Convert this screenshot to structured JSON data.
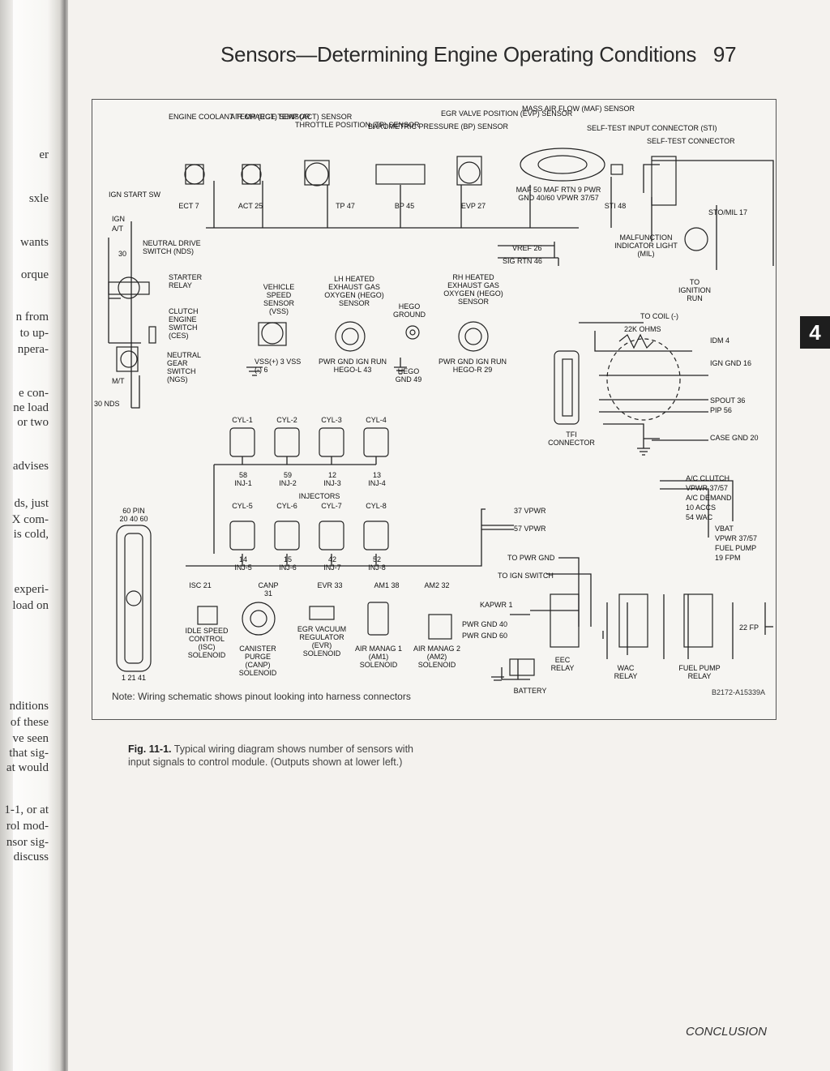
{
  "page": {
    "header": "Sensors—Determining Engine Operating Conditions",
    "page_number": "97",
    "chapter_tab": "4",
    "footer": "CONCLUSION"
  },
  "left_fragments": [
    "er",
    "sxle",
    "wants",
    "orque",
    "n from",
    "to up-",
    "npera-",
    "e con-",
    "ne load",
    "or two",
    "advises",
    "ds, just",
    "X com-",
    "is cold,",
    "experi-",
    "load on",
    "nditions",
    "of these",
    "ve seen",
    "that sig-",
    "at would",
    "1-1, or at",
    "rol mod-",
    "nsor sig-",
    "discuss"
  ],
  "figure": {
    "sensors_top": [
      {
        "name": "ENGINE COOLANT TEMP (ECT) SENSOR",
        "pin": "ECT 7"
      },
      {
        "name": "AIR CHARGE TEMP (ACT) SENSOR",
        "pin": "ACT 25"
      },
      {
        "name": "THROTTLE POSITION (TP) SENSOR",
        "pin": "TP 47"
      },
      {
        "name": "BAROMETRIC PRESSURE (BP) SENSOR",
        "pin": "BP 45"
      },
      {
        "name": "EGR VALVE POSITION (EVP) SENSOR",
        "pin": "EVP 27"
      },
      {
        "name": "MASS AIR FLOW (MAF) SENSOR",
        "pin": "MAF 50  MAF RTN 9  PWR GND 40/60  VPWR 37/57"
      },
      {
        "name": "SELF-TEST INPUT CONNECTOR (STI)",
        "pin": "STI 48"
      },
      {
        "name": "SELF-TEST CONNECTOR",
        "pin": "STO/MIL 17"
      }
    ],
    "switches": [
      "IGN START SW",
      "IGN",
      "A/T",
      "M/T",
      "30",
      "30 NDS",
      "NEUTRAL DRIVE SWITCH (NDS)",
      "STARTER RELAY",
      "CLUTCH ENGINE SWITCH (CES)",
      "NEUTRAL GEAR SWITCH (NGS)"
    ],
    "mil": {
      "label": "MALFUNCTION INDICATOR LIGHT (MIL)",
      "to": "TO IGNITION RUN",
      "vref": "VREF 26",
      "sigrtn": "SIG RTN 46"
    },
    "middle": [
      {
        "name": "VEHICLE SPEED SENSOR (VSS)",
        "pins": "VSS(+) 3  VSS (-) 6"
      },
      {
        "name": "LH HEATED EXHAUST GAS OXYGEN (HEGO) SENSOR",
        "pins": "PWR GND  IGN RUN  HEGO-L 43"
      },
      {
        "name": "HEGO GROUND",
        "pins": "HEGO GND 49"
      },
      {
        "name": "RH HEATED EXHAUST GAS OXYGEN (HEGO) SENSOR",
        "pins": "PWR GND  IGN RUN  HEGO-R 29"
      }
    ],
    "tfi": {
      "name": "TFI CONNECTOR",
      "lines": [
        "TO COIL (-)",
        "22K OHMS",
        "IDM 4",
        "IGN GND 16",
        "SPOUT 36",
        "PIP 56",
        "CASE GND 20"
      ]
    },
    "injectors": {
      "title": "INJECTORS",
      "cyl_top": [
        "CYL-1",
        "CYL-2",
        "CYL-3",
        "CYL-4"
      ],
      "pins_top": [
        "58 INJ-1",
        "59 INJ-2",
        "12 INJ-3",
        "13 INJ-4"
      ],
      "cyl_bottom": [
        "CYL-5",
        "CYL-6",
        "CYL-7",
        "CYL-8"
      ],
      "pins_bottom": [
        "14 INJ-5",
        "15 INJ-6",
        "42 INJ-7",
        "52 INJ-8"
      ]
    },
    "connector": {
      "title": "60 PIN",
      "top": "20 40 60",
      "bottom": "1 21 41"
    },
    "outputs": [
      {
        "pin": "ISC 21",
        "name": "IDLE SPEED CONTROL (ISC) SOLENOID"
      },
      {
        "pin": "CANP 31",
        "name": "CANISTER PURGE (CANP) SOLENOID"
      },
      {
        "pin": "EVR 33",
        "name": "EGR VACUUM REGULATOR (EVR) SOLENOID"
      },
      {
        "pin": "AM1 38",
        "name": "AIR MANAG 1 (AM1) SOLENOID"
      },
      {
        "pin": "AM2 32",
        "name": "AIR MANAG 2 (AM2) SOLENOID"
      }
    ],
    "power": [
      "37 VPWR",
      "57 VPWR",
      "TO PWR GND",
      "TO IGN SWITCH",
      "KAPWR 1",
      "PWR GND 40",
      "PWR GND 60",
      "BATTERY",
      "EEC RELAY",
      "WAC RELAY",
      "FUEL PUMP RELAY",
      "22 FP"
    ],
    "right_lines": [
      "A/C CLUTCH",
      "VPWR 37/57",
      "A/C DEMAND",
      "10 ACCS",
      "54 WAC",
      "VBAT",
      "VPWR 37/57",
      "FUEL PUMP",
      "19 FPM"
    ],
    "note": "Note: Wiring schematic shows pinout looking into harness connectors",
    "code": "B2172-A15339A"
  },
  "caption": {
    "label": "Fig. 11-1.",
    "text": "Typical wiring diagram shows number of sensors with input signals to control module. (Outputs shown at lower left.)"
  }
}
